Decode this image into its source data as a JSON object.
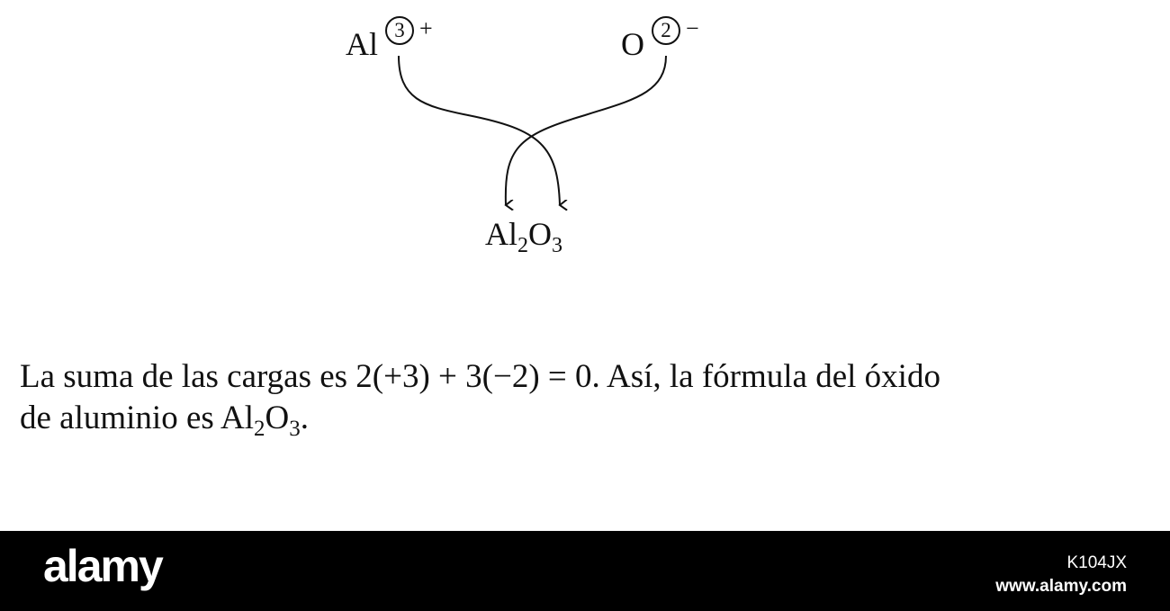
{
  "diagram": {
    "cation": {
      "symbol": "Al",
      "charge_number": "3",
      "charge_sign": "+"
    },
    "anion": {
      "symbol": "O",
      "charge_number": "2",
      "charge_sign": "−"
    },
    "product": {
      "el1": "Al",
      "sub1": "2",
      "el2": "O",
      "sub2": "3"
    }
  },
  "caption": {
    "line1": "La suma de las cargas es 2(+3) + 3(−2) = 0. Así, la fórmula del óxido",
    "line2_prefix": "de aluminio es ",
    "formula_el1": "Al",
    "formula_sub1": "2",
    "formula_el2": "O",
    "formula_sub2": "3",
    "line2_suffix": "."
  },
  "watermark": {
    "brand": "alamy",
    "image_id": "K104JX",
    "site": "www.alamy.com",
    "bar_color": "#000000",
    "text_color": "#ffffff"
  }
}
